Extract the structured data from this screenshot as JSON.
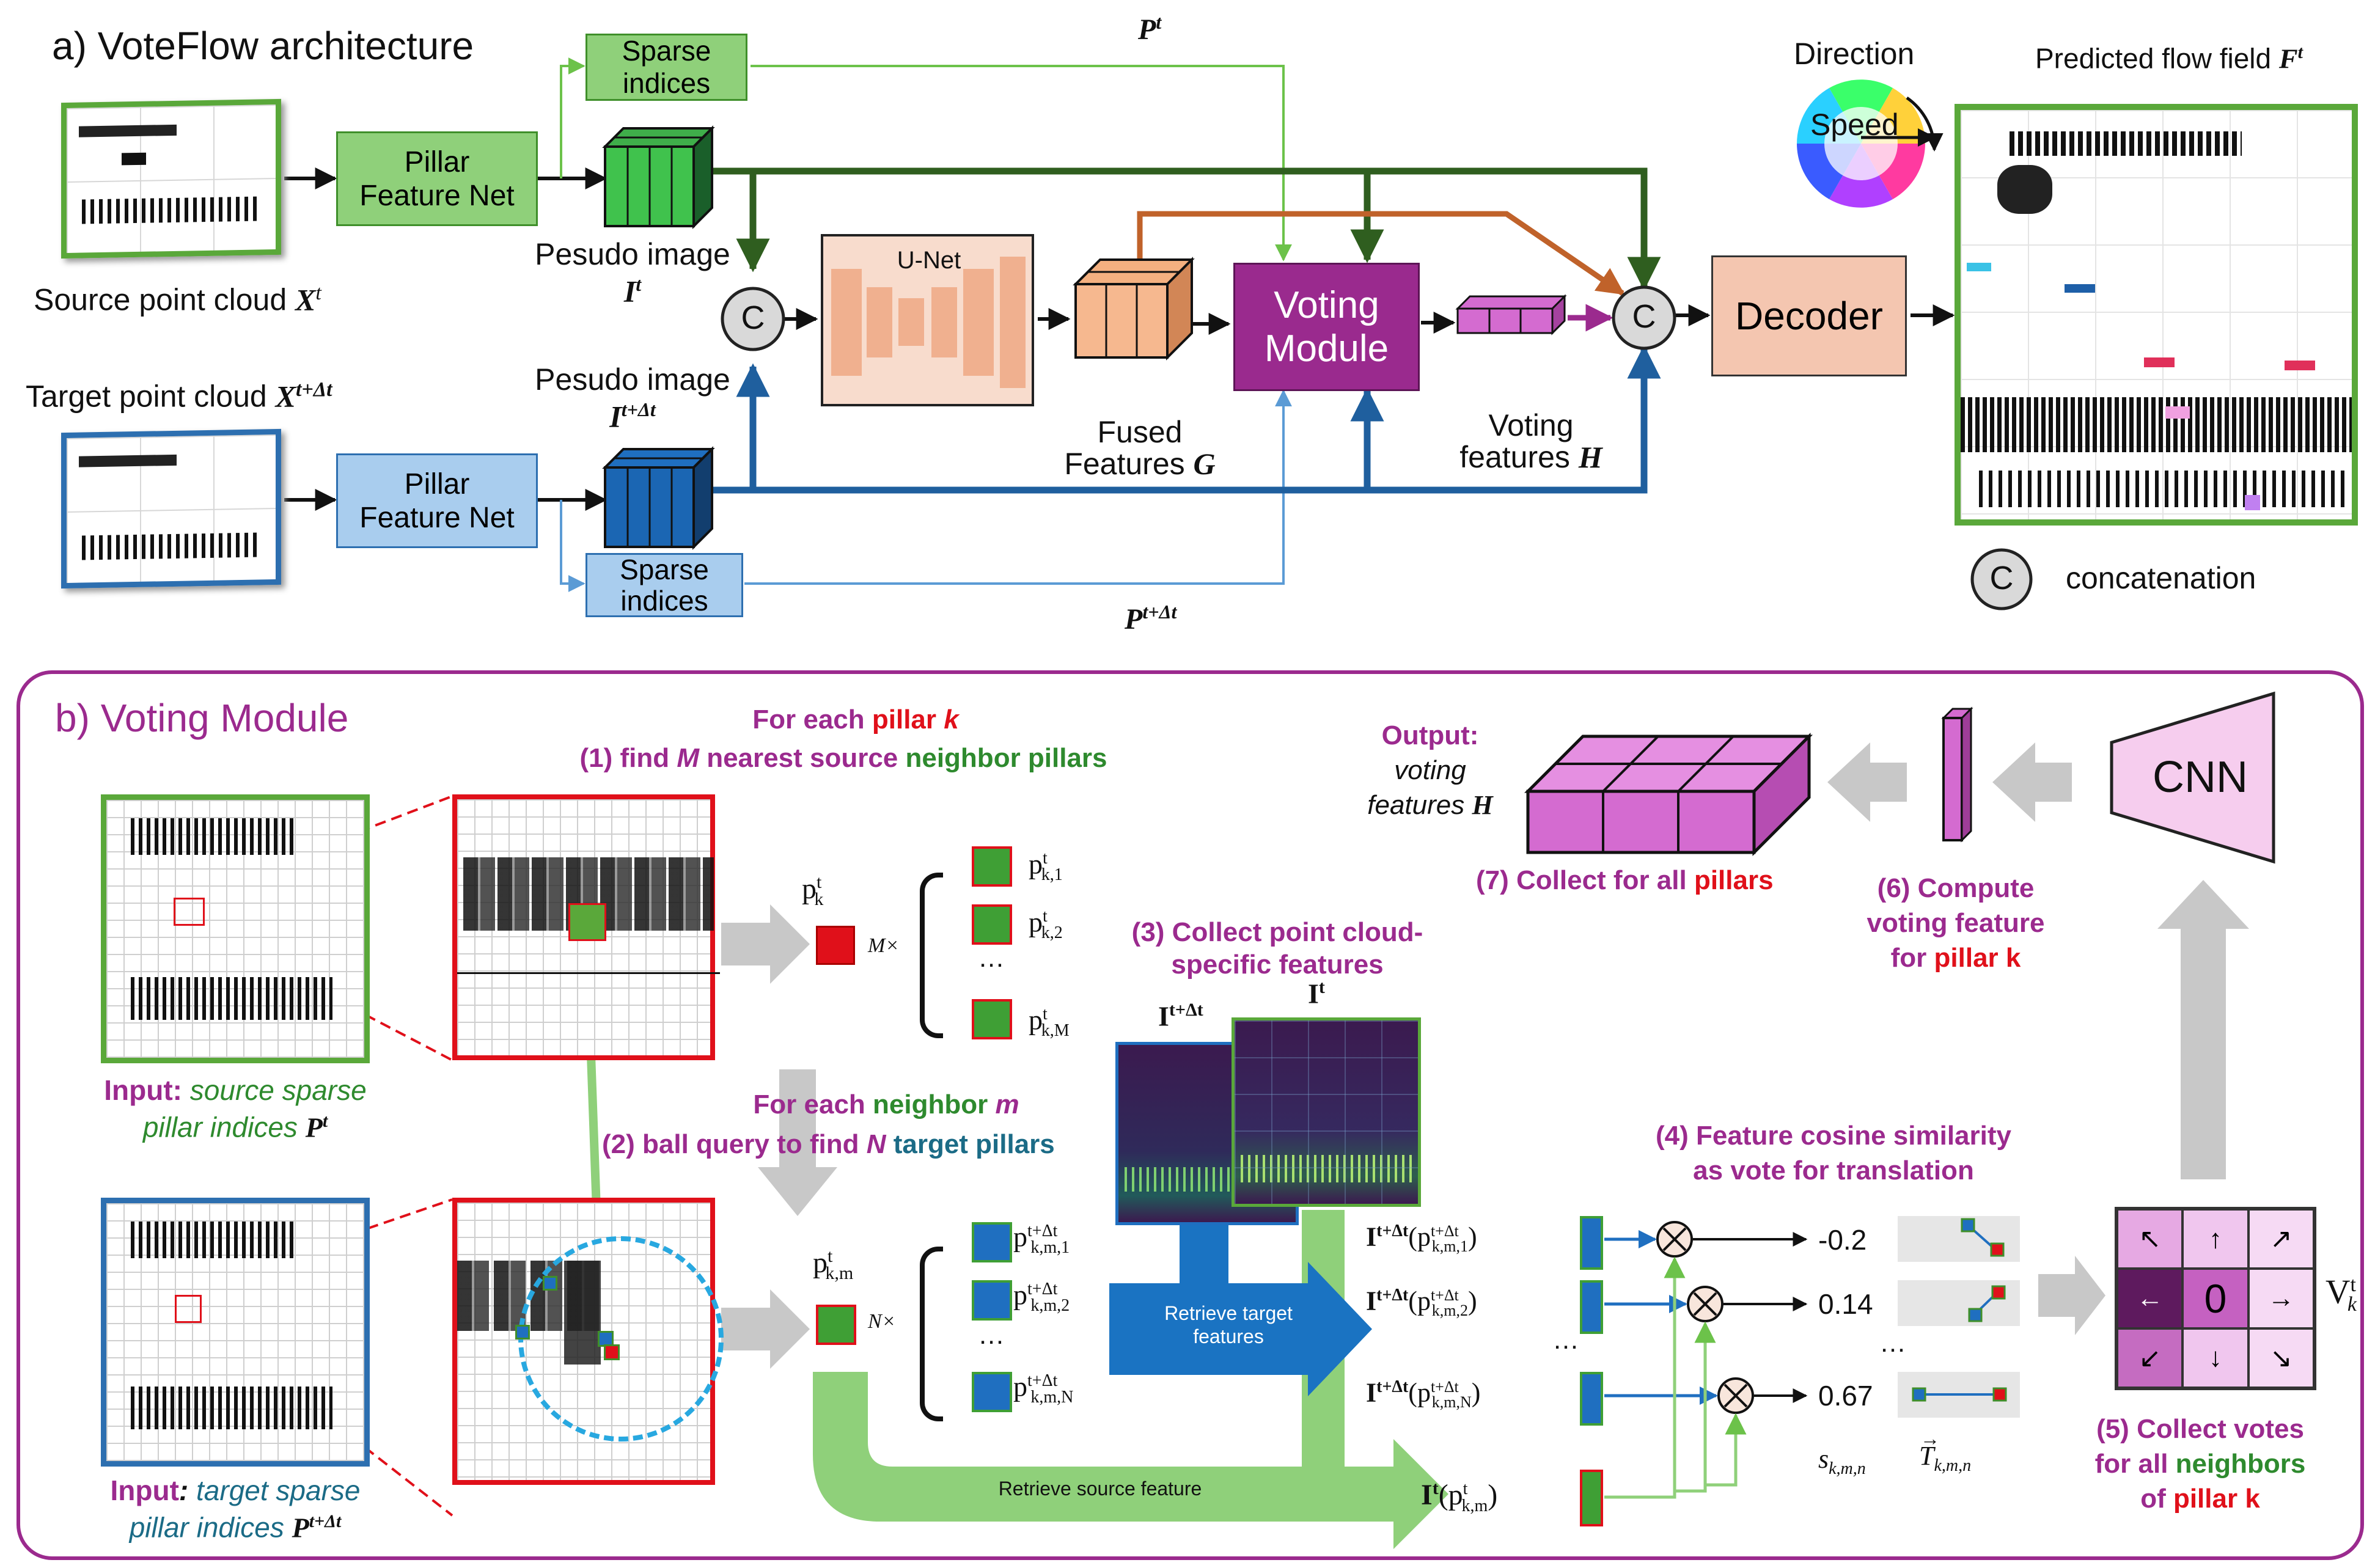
{
  "part_a": {
    "title": "a) VoteFlow architecture",
    "sparse_indices_top": "Sparse\nindices",
    "sparse_indices_bottom": "Sparse\nindices",
    "pillar_net_top": "Pillar\nFeature Net",
    "pillar_net_bottom": "Pillar\nFeature Net",
    "source_label": "Source point cloud ",
    "source_symbol": "X",
    "source_sup": "t",
    "target_label": "Target point cloud ",
    "target_symbol": "X",
    "target_sup": "t+Δt",
    "pseudo_top_label": "Pesudo image",
    "pseudo_top_symbol": "I",
    "pseudo_top_sup": "t",
    "pseudo_bottom_label": "Pesudo image",
    "pseudo_bottom_symbol": "I",
    "pseudo_bottom_sup": "t+Δt",
    "p_top_symbol": "P",
    "p_top_sup": "t",
    "p_bottom_symbol": "P",
    "p_bottom_sup": "t+Δt",
    "concat_symbol": "C",
    "unet_label": "U-Net",
    "fused_label": "Fused\nFeatures ",
    "fused_symbol": "G",
    "voting_module_label": "Voting\nModule",
    "voting_features_label": "Voting\nfeatures ",
    "voting_features_symbol": "H",
    "decoder_label": "Decoder",
    "direction_label": "Direction",
    "speed_label": "Speed",
    "predicted_label": "Predicted flow field ",
    "predicted_symbol": "F",
    "predicted_sup": "t",
    "legend_concat": "concatenation"
  },
  "part_b": {
    "title": "b) Voting Module",
    "for_each_pillar_prefix": "For each ",
    "for_each_pillar_word": "pillar ",
    "for_each_pillar_k": "k",
    "step1_prefix": "(1) find ",
    "step1_m": "M",
    "step1_mid": " nearest source ",
    "step1_suffix": "neighbor pillars",
    "for_each_neighbor_prefix": "For each ",
    "for_each_neighbor_word": "neighbor ",
    "for_each_neighbor_m": "m",
    "step2_prefix": "(2) ball query to find ",
    "step2_n": "N",
    "step2_suffix": " target pillars",
    "step3": "(3) Collect point cloud-\nspecific features",
    "step4": "(4) Feature cosine similarity\nas vote for translation",
    "step5_a": "(5) Collect votes",
    "step5_b_prefix": "for all ",
    "step5_b_word": "neighbors",
    "step5_c_prefix": "of ",
    "step5_c_word": "pillar k",
    "step6_a": "(6) Compute",
    "step6_b": "voting feature",
    "step6_c_prefix": "for ",
    "step6_c_word": "pillar k",
    "step7_prefix": "(7) Collect for all ",
    "step7_word": "pillars",
    "output_a": "Output:",
    "output_b": "voting",
    "output_c": "features ",
    "output_symbol": "H",
    "input_src_a": "Input: ",
    "input_src_b": "source sparse",
    "input_src_c": "pillar indices ",
    "input_src_symbol": "P",
    "input_src_sup": "t",
    "input_tgt_a": "Input",
    "input_tgt_colon": ": ",
    "input_tgt_b": "target sparse",
    "input_tgt_c": "pillar indices ",
    "input_tgt_symbol": "P",
    "input_tgt_sup": "t+Δt",
    "m_times": "M×",
    "n_times": "N×",
    "pk": "p",
    "pk_sub": "k",
    "pk_sup": "t",
    "pkm_sub": "k,m",
    "neighbors_src": [
      {
        "sub": "k,1",
        "sup": "t"
      },
      {
        "sub": "k,2",
        "sup": "t"
      },
      {
        "sub": "k,M",
        "sup": "t"
      }
    ],
    "neighbors_tgt": [
      {
        "sub": "k,m,1",
        "sup": "t+Δt"
      },
      {
        "sub": "k,m,2",
        "sup": "t+Δt"
      },
      {
        "sub": "k,m,N",
        "sup": "t+Δt"
      }
    ],
    "ellipsis": "…",
    "img_top_symbol": "I",
    "img_top_sup": "t",
    "img_bot_symbol": "I",
    "img_bot_sup": "t+Δt",
    "retrieve_target": "Retrieve target\nfeatures",
    "retrieve_source": "Retrieve source feature",
    "feature_rows": [
      {
        "sup": "t+Δt",
        "arg_sub": "k,m,1",
        "arg_sup": "t+Δt",
        "score": "-0.2"
      },
      {
        "sup": "t+Δt",
        "arg_sub": "k,m,2",
        "arg_sup": "t+Δt",
        "score": "0.14"
      },
      {
        "sup": "t+Δt",
        "arg_sub": "k,m,N",
        "arg_sup": "t+Δt",
        "score": "0.67"
      }
    ],
    "source_feature_sup": "t",
    "source_feature_arg_sub": "k,m",
    "source_feature_arg_sup": "t",
    "score_symbol": "s",
    "score_sub": "k,m,n",
    "trans_symbol": "T",
    "trans_sub": "k,m,n",
    "vote_center": "0",
    "vote_arrows": [
      "↖",
      "↑",
      "↗",
      "←",
      "0",
      "→",
      "↙",
      "↓",
      "↘"
    ],
    "vote_symbol": "V",
    "vote_sub": "k",
    "vote_sup": "t",
    "cnn_label": "CNN"
  },
  "colors": {
    "green_arrow": "#3f8f2a",
    "light_green": "#8fd07a",
    "blue_arrow": "#2d6fb0",
    "light_blue": "#5b9bd5",
    "orange_arrow": "#c0622a",
    "purple": "#9b2a8e",
    "voting_module": "#9a2a8e",
    "unet_fill": "#f2bba0",
    "decoder_fill": "#f4c6b0",
    "concat_fill": "#d9d9d9",
    "voting_feature_fill": "#d46bd0",
    "cnn_fill": "#f6cdee",
    "red": "#e0101a",
    "gray_arrow": "#c8c8c8"
  }
}
